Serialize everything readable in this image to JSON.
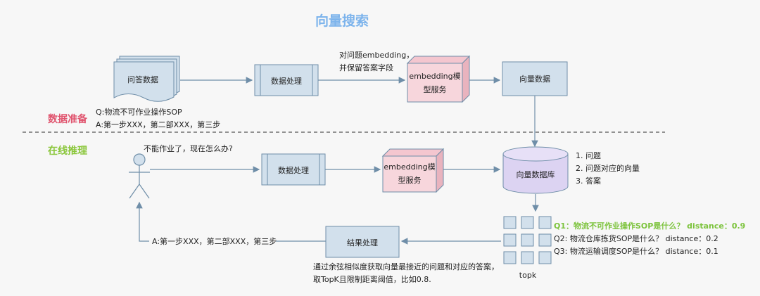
{
  "title": "向量搜索",
  "sections": {
    "prep": "数据准备",
    "online": "在线推理"
  },
  "colors": {
    "title": "#7db4ec",
    "prep_label": "#e0546e",
    "online_label": "#8ac63a",
    "box_fill": "#d2e0ec",
    "box_stroke": "#6f8ea8",
    "pink_fill": "#f7d6dc",
    "db_fill": "#dcd3f2",
    "arrow": "#6f8ea8",
    "green_text": "#7cc33c"
  },
  "prep": {
    "qa_doc": "问答数据",
    "qa_q": "Q:物流不可作业操作SOP",
    "qa_a": "A:第一步XXX，第二部XXX，第三步",
    "process": "数据处理",
    "note_line1": "对问题embedding，",
    "note_line2": "并保留答案字段",
    "embed_line1": "embedding模",
    "embed_line2": "型服务",
    "vector_data": "向量数据"
  },
  "online": {
    "question": "不能作业了，现在怎么办?",
    "process": "数据处理",
    "embed_line1": "embedding模",
    "embed_line2": "型服务",
    "db": "向量数据库",
    "db_fields": [
      "1. 问题",
      "2. 问题对应的向量",
      "3. 答案"
    ],
    "results": [
      "Q1：物流不可作业操作SOP是什么？ distance：0.9",
      "Q2:  物流仓库拣货SOP是什么？   distance：0.2",
      "Q3:  物流运输调度SOP是什么？   distance：0.1"
    ],
    "topk": "topk",
    "result_process": "结果处理",
    "result_note1": "通过余弦相似度获取向量最接近的问题和对应的答案，",
    "result_note2": "取TopK且限制距离阈值，比如0.8.",
    "answer": "A:第一步XXX，第二部XXX，第三步"
  }
}
